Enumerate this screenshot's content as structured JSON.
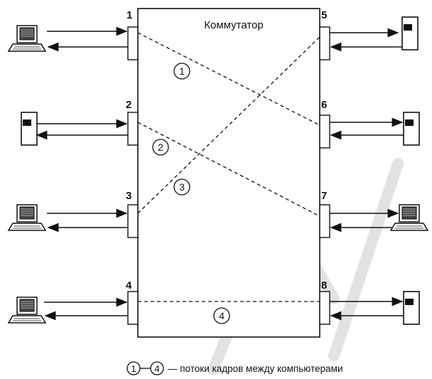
{
  "switch": {
    "title": "Коммутатор"
  },
  "ports": [
    {
      "id": "port-1",
      "label": "1"
    },
    {
      "id": "port-2",
      "label": "2"
    },
    {
      "id": "port-3",
      "label": "3"
    },
    {
      "id": "port-4",
      "label": "4"
    },
    {
      "id": "port-5",
      "label": "5"
    },
    {
      "id": "port-6",
      "label": "6"
    },
    {
      "id": "port-7",
      "label": "7"
    },
    {
      "id": "port-8",
      "label": "8"
    }
  ],
  "flows": [
    {
      "id": "flow-1",
      "label": "1"
    },
    {
      "id": "flow-2",
      "label": "2"
    },
    {
      "id": "flow-3",
      "label": "3"
    },
    {
      "id": "flow-4",
      "label": "4"
    }
  ],
  "legend": {
    "from": "1",
    "to": "4",
    "text": "— потоки кадров между компьютерами"
  },
  "devices": {
    "port-1": "workstation-icon",
    "port-2": "server-icon",
    "port-3": "workstation-icon",
    "port-4": "workstation-icon",
    "port-5": "server-icon",
    "port-6": "server-icon",
    "port-7": "workstation-icon",
    "port-8": "server-icon"
  },
  "colors": {
    "ink": "#111111",
    "background": "#ffffff",
    "watermark": "#e0e0e0"
  }
}
